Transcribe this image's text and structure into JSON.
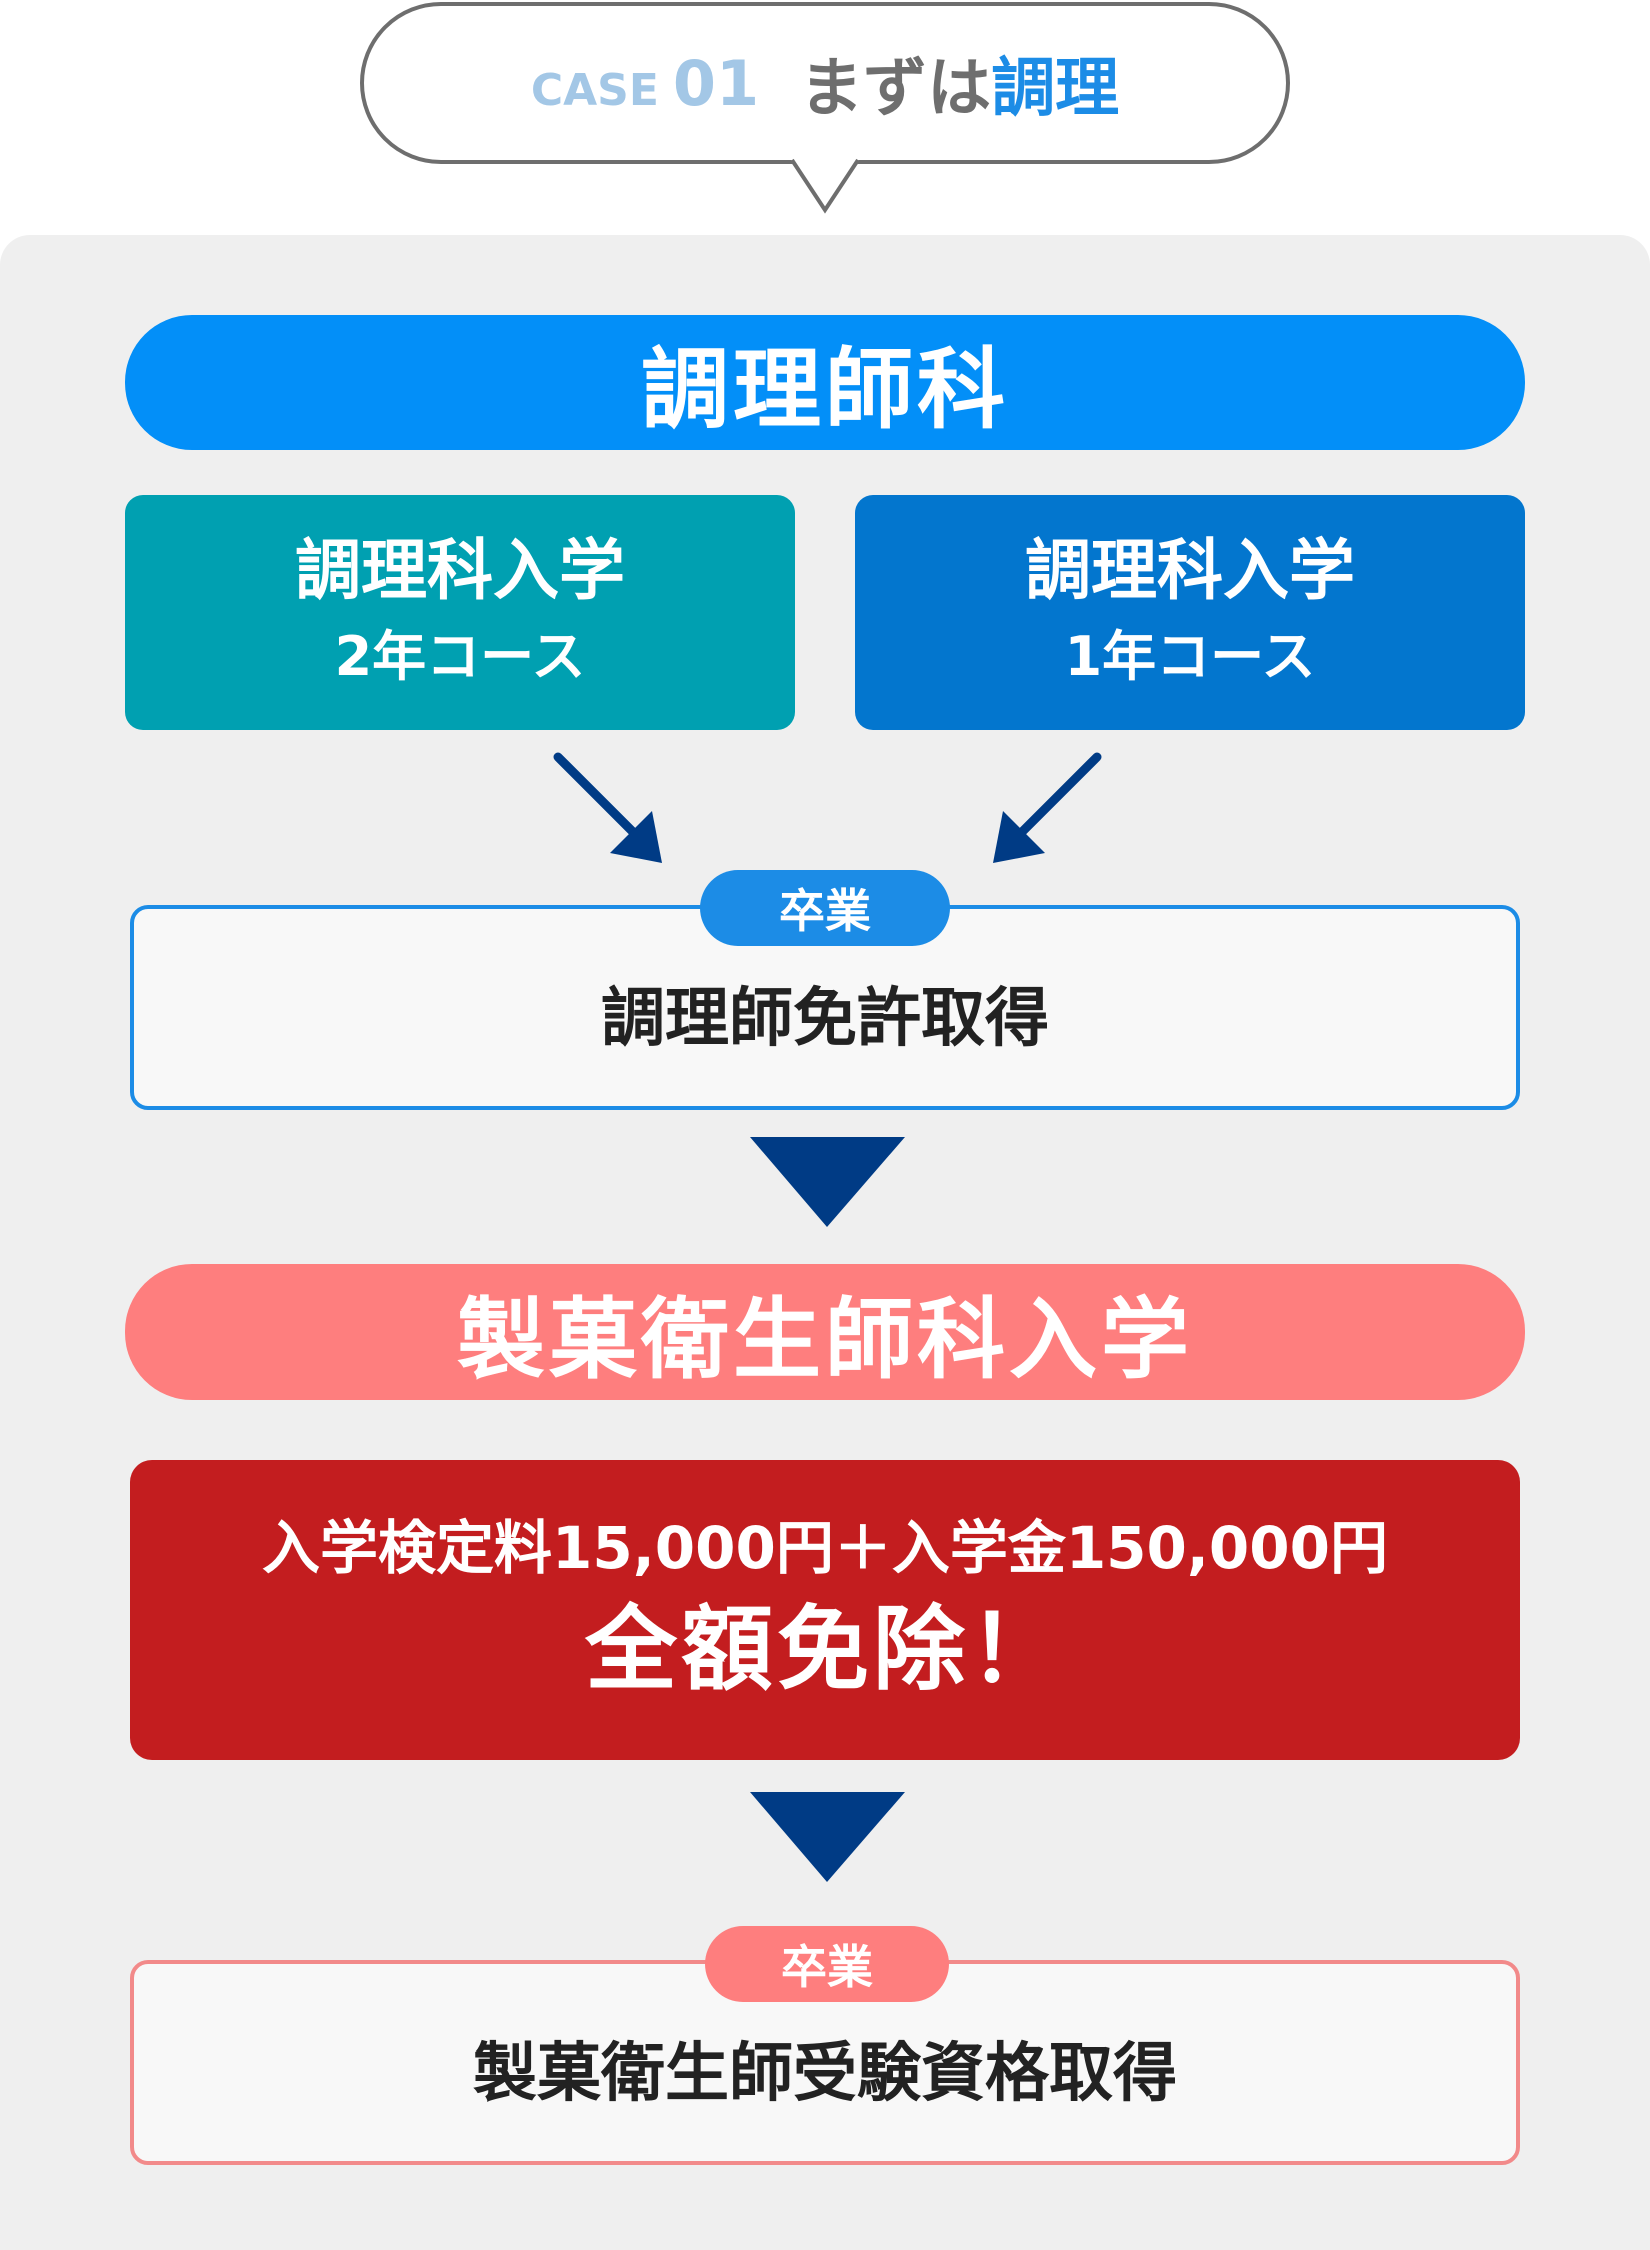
{
  "header": {
    "case_label": "CASE",
    "case_number": "01",
    "title_prefix": "まずは",
    "title_highlight": "調理"
  },
  "department": {
    "label": "調理師科"
  },
  "courses": [
    {
      "title": "調理科入学",
      "subtitle": "2年コース",
      "color": "#00a0b1"
    },
    {
      "title": "調理科入学",
      "subtitle": "1年コース",
      "color": "#0376ce"
    }
  ],
  "license": {
    "tag": "卒業",
    "label": "調理師免許取得"
  },
  "next_department": {
    "label": "製菓衛生師科入学"
  },
  "benefit": {
    "detail": "入学検定料15,000円＋入学金150,000円",
    "headline": "全額免除！"
  },
  "exam": {
    "tag": "卒業",
    "label": "製菓衛生師受験資格取得"
  },
  "colors": {
    "primary_blue": "#038ff8",
    "teal": "#00a0b1",
    "dark_blue": "#0376ce",
    "navy_arrow": "#003b85",
    "pink": "#fe7e7e",
    "red": "#c31d1f",
    "panel_gray": "#efefef"
  }
}
